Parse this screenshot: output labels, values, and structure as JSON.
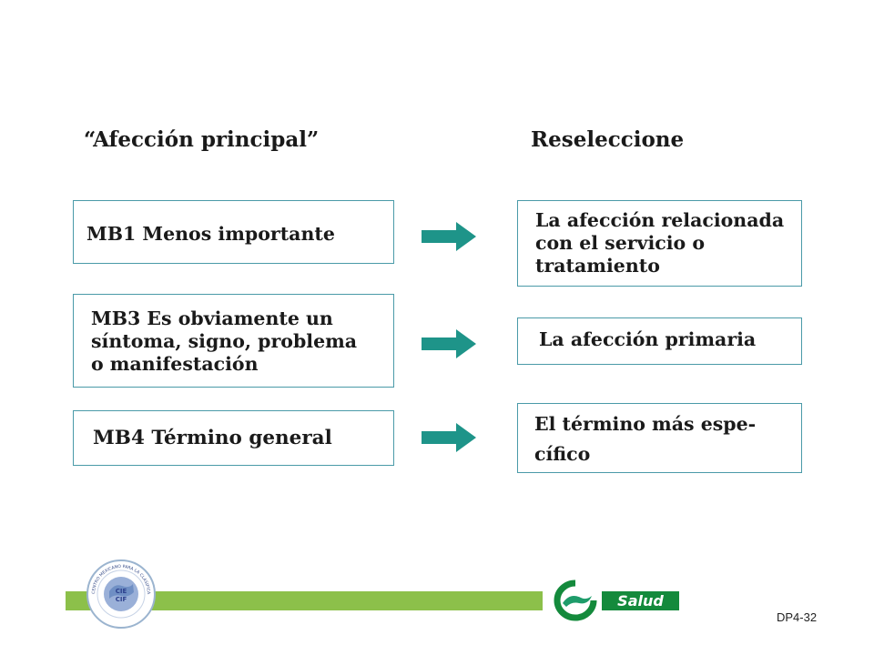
{
  "headings": {
    "left": "“Afección principal”",
    "right": "Reseleccione"
  },
  "rows": [
    {
      "left": "MB1 Menos importante",
      "right": "La afección relacionada\ncon el servicio o\ntratamiento"
    },
    {
      "left": "MB3    Es obviamente un\nsíntoma, signo, problema\no  manifestación",
      "right": "La afección primaria"
    },
    {
      "left": "MB4    Término general",
      "right": "El término más espe-\ncífico"
    }
  ],
  "footer": {
    "logo_text": "Salud",
    "seal_text": "CENTRO MEXICANO PARA LA CLASIFICACIÓN DE ENFERMEDADES",
    "seal_inner": [
      "CIE",
      "CIF"
    ],
    "slide_code": "DP4-32"
  },
  "colors": {
    "arrow": "#1e9489",
    "box_border": "#4a9aa8",
    "footer_bar": "#8cc04a",
    "salud_green": "#148a3c"
  }
}
